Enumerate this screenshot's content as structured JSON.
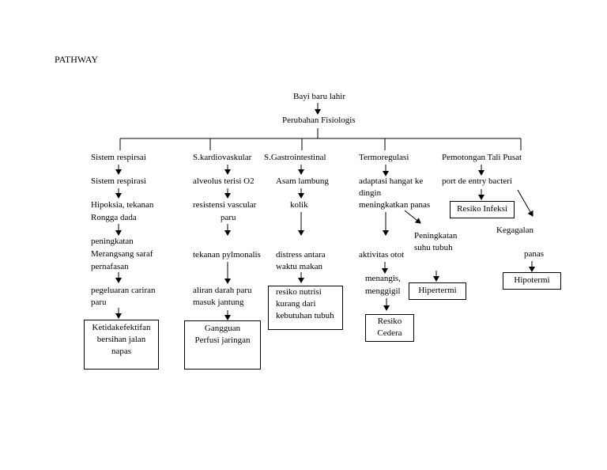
{
  "title": "PATHWAY",
  "root": {
    "line1": "Bayi baru lahir",
    "line2": "Perubahan Fisiologis"
  },
  "col1": {
    "header": "Sistem respirsai",
    "n1": "Sistem respirasi",
    "n2a": "Hipoksia, tekanan",
    "n2b": "Rongga dada",
    "n3a": "peningkatan",
    "n3b": "Merangsang saraf",
    "n3c": "pernafasan",
    "n4a": "pegeluaran cariran",
    "n4b": "paru",
    "dx_a": "Ketidakefektifan",
    "dx_b": "bersihan jalan",
    "dx_c": "napas"
  },
  "col2": {
    "header": "S.kardiovaskular",
    "n1": "alveolus terisi O2",
    "n2a": "resistensi vascular",
    "n2b": "paru",
    "n3": "tekanan pylmonalis",
    "n4a": "aliran darah paru",
    "n4b": "masuk jantung",
    "dx_a": "Gangguan",
    "dx_b": "Perfusi jaringan"
  },
  "col3": {
    "header": "S.Gastrointestinal",
    "n1": "Asam lambung",
    "n2": "kolik",
    "n3a": "distress antara",
    "n3b": "waktu makan",
    "dx_a": "resiko nutrisi",
    "dx_b": "kurang dari",
    "dx_c": "kebutuhan tubuh"
  },
  "col4": {
    "header": "Termoregulasi",
    "n1a": "adaptasi hangat ke",
    "n1b": "dingin",
    "n1c": "meningkatkan panas",
    "n2": "aktivitas otot",
    "n3a": "menangis,",
    "n3b": "menggigil",
    "dx1_a": "Resiko",
    "dx1_b": "Cedera",
    "side_a": "Peningkatan",
    "side_b": "suhu tubuh",
    "dx2": "Hipertermi"
  },
  "col5": {
    "header": "Pemotongan Tali Pusat",
    "n1": "port de entry bacteri",
    "dx1": "Resiko Infeksi",
    "n2a": "Kegagalan",
    "n2b": "panas",
    "dx2": "Hipotermi"
  }
}
